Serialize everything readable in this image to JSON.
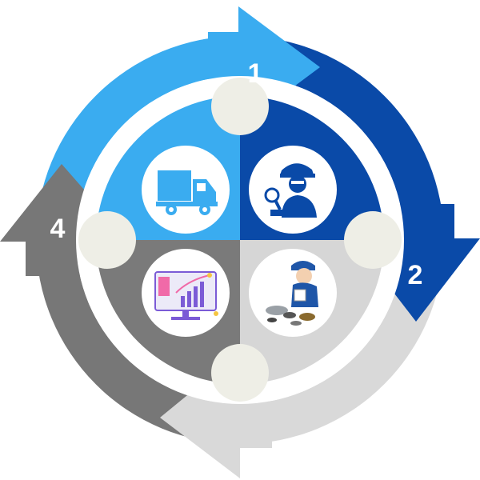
{
  "steps": [
    {
      "number": "1",
      "icon": "delivery-truck-icon",
      "color": "#3aacf0"
    },
    {
      "number": "2",
      "icon": "inspector-with-magnifier-icon",
      "color": "#0a4aa8"
    },
    {
      "number": "",
      "icon": "worker-collecting-debris-icon",
      "color": "#d6d6d6"
    },
    {
      "number": "4",
      "icon": "analytics-monitor-icon",
      "color": "#7a7a7a"
    }
  ],
  "colors": {
    "ring_light_blue": "#3aacf0",
    "ring_dark_blue": "#0a4aa8",
    "ring_light_gray": "#d9d9d9",
    "ring_dark_gray": "#777777",
    "connector": "#eeeee6",
    "background": "#ffffff"
  }
}
